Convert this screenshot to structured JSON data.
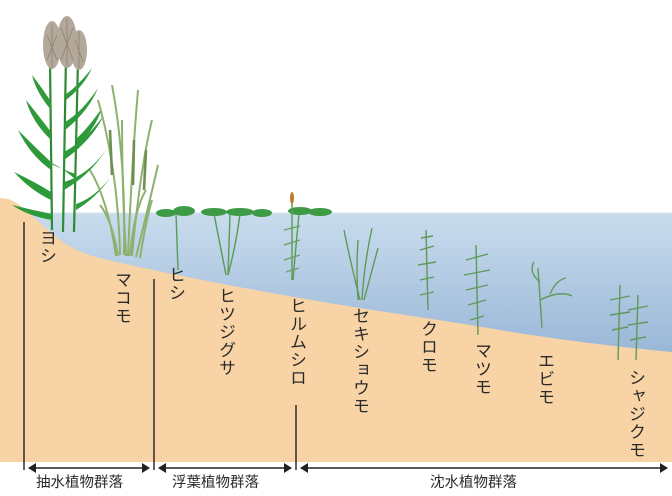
{
  "colors": {
    "sky": "#ffffff",
    "water_top": "#c9dced",
    "water_bottom": "#93b2d5",
    "ground": "#f7d3a6",
    "reed": "#2e9a3a",
    "cattail": "#8db16f",
    "floating_leaf": "#3d9a45",
    "submerged": "#5f9a5a",
    "line": "#222222"
  },
  "plants": [
    {
      "id": "yoshi",
      "label": "ヨシ"
    },
    {
      "id": "makomo",
      "label": "マコモ"
    },
    {
      "id": "hishi",
      "label": "ヒシ"
    },
    {
      "id": "hitsujigusa",
      "label": "ヒツジグサ"
    },
    {
      "id": "hirumushiro",
      "label": "ヒルムシロ"
    },
    {
      "id": "sekishoumo",
      "label": "セキショウモ"
    },
    {
      "id": "kuromo",
      "label": "クロモ"
    },
    {
      "id": "matsumo",
      "label": "マツモ"
    },
    {
      "id": "ebimo",
      "label": "エビモ"
    },
    {
      "id": "shajikumo",
      "label": "シャジクモ"
    }
  ],
  "zones": [
    {
      "id": "emergent",
      "label": "抽水植物群落"
    },
    {
      "id": "floating",
      "label": "浮葉植物群落"
    },
    {
      "id": "submerged",
      "label": "沈水植物群落"
    }
  ]
}
